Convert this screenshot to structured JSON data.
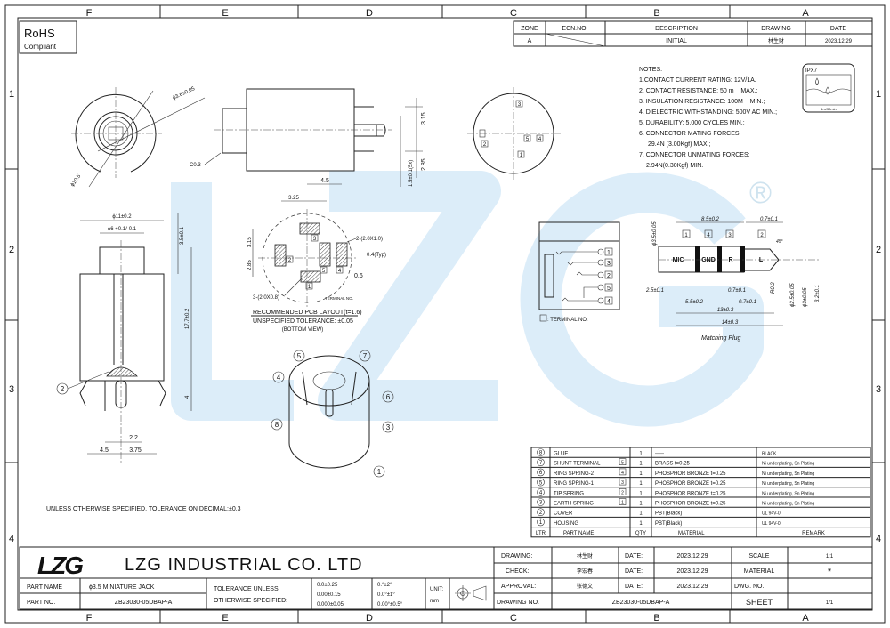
{
  "zones": {
    "top": [
      "F",
      "E",
      "D",
      "C",
      "B",
      "A"
    ],
    "side": [
      "1",
      "2",
      "3",
      "4"
    ]
  },
  "rohs": {
    "title": "RoHS",
    "subtitle": "Compliant"
  },
  "revision": {
    "headers": [
      "ZONE",
      "ECN.NO.",
      "DESCRIPTION",
      "DRAWING",
      "DATE"
    ],
    "row": {
      "zone": "A",
      "ecn": "",
      "description": "INITIAL",
      "drawing": "林生财",
      "date": "2023.12.29"
    }
  },
  "notes": {
    "title": "NOTES:",
    "items": [
      "1.CONTACT CURRENT RATING: 12V/1A.",
      "2. CONTACT RESISTANCE: 50 m    MAX.;",
      "3. INSULATION RESISTANCE: 100M    MIN.;",
      "4. DIELECTRIC WITHSTANDING: 500V AC MIN.;",
      "5. DURABILITY: 5,000 CYCLES MIN.;",
      "6. CONNECTOR MATING FORCES:",
      "    29.4N (3.00Kgf) MAX.;",
      "7. CONNECTOR UNMATING FORCES:",
      "   2.94N(0.30Kgf) MIN."
    ]
  },
  "ipx": {
    "label": "IPX7",
    "caption": "1m/30min"
  },
  "watermark": {
    "text": "LZG",
    "reg": "®",
    "color": "#dcedf9"
  },
  "front_view": {
    "dim_bore": "ϕ3.6±0.05",
    "dim_outer": "ϕ10.5"
  },
  "side_view": {
    "chamfer": "C0.3",
    "dim_a": "3.15",
    "dim_b": "2.85",
    "dim_pin": "1.5±0.1(5x)",
    "dim_c": "4.5"
  },
  "section_view": {
    "dim_od": "ϕ11±0.2",
    "dim_cap": "ϕ6 +0.1/-0.1",
    "dim_cap_h": "3.5±0.1",
    "dim_len": "17.7±0.2",
    "dim_pin": "4",
    "dim_a": "2.2",
    "dim_b": "4.5",
    "dim_c": "3.75",
    "callout": "2"
  },
  "pcb_layout": {
    "dim_top": "4.5",
    "dim_w": "3.25",
    "dim_h1": "3.15",
    "dim_h2": "2.85",
    "pad_big": "2-(2.0X1.0)",
    "pad_small": "3-(2.0X0.8)",
    "typ": "0.4(Typ)",
    "gap": "0.6",
    "terminal_label": "TERMINAL NO.",
    "terminals": [
      "1",
      "2",
      "3",
      "4",
      "5"
    ],
    "title": "RECOMMENDED PCB LAYOUT(t=1.6)",
    "tolerance": "UNSPECIFIED TOLERANCE: ±0.05",
    "view": "(BOTTOM VIEW)"
  },
  "iso_view": {
    "callouts": [
      "5",
      "7",
      "4",
      "6",
      "8",
      "3",
      "1"
    ]
  },
  "schematic": {
    "terminals": [
      "1",
      "3",
      "2",
      "5",
      "4"
    ],
    "legend": ": TERMINAL NO."
  },
  "plug": {
    "segments": [
      "MIC",
      "GND",
      "R",
      "L"
    ],
    "terminals": [
      "1",
      "4",
      "3",
      "2"
    ],
    "dims": {
      "d35": "ϕ3.5±0.05",
      "len85": "8.5±0.2",
      "len07a": "0.7±0.1",
      "len25": "2.5±0.1",
      "len07b": "0.7±0.1",
      "len55": "5.5±0.2",
      "len07c": "0.7±0.1",
      "len13": "13±0.3",
      "len14": "14±0.3",
      "r02": "R0.2",
      "d25": "ϕ2.5±0.05",
      "d3": "ϕ3±0.05",
      "d32": "3.2±0.1",
      "angle": "45°"
    },
    "caption": "Matching Plug"
  },
  "general_tolerance": "UNLESS OTHERWISE SPECIFIED, TOLERANCE ON DECIMAL:±0.3",
  "bom": {
    "headers": [
      "LTR",
      "PART NAME",
      "QTY",
      "MATERIAL",
      "REMARK"
    ],
    "rows": [
      {
        "ltr": "8",
        "name": "GLUE",
        "term": "",
        "qty": "1",
        "material": "-----",
        "remark": "BLACK"
      },
      {
        "ltr": "7",
        "name": "SHUNT TERMINAL",
        "term": "5",
        "qty": "1",
        "material": "BRASS  t=0.25",
        "remark": "Ni underplating, Sn Plating"
      },
      {
        "ltr": "6",
        "name": "RING SPRING-2",
        "term": "4",
        "qty": "1",
        "material": "PHOSPHOR BRONZE  t=0.25",
        "remark": "Ni underplating, Sn Plating"
      },
      {
        "ltr": "5",
        "name": "RING SPRING-1",
        "term": "3",
        "qty": "1",
        "material": "PHOSPHOR BRONZE  t=0.25",
        "remark": "Ni underplating, Sn Plating"
      },
      {
        "ltr": "4",
        "name": "TIP SPRING",
        "term": "2",
        "qty": "1",
        "material": "PHOSPHOR BRONZE  t=0.25",
        "remark": "Ni underplating, Sn Plating"
      },
      {
        "ltr": "3",
        "name": "EARTH SPRING",
        "term": "1",
        "qty": "1",
        "material": "PHOSPHOR BRONZE  t=0.25",
        "remark": "Ni underplating, Sn Plating"
      },
      {
        "ltr": "2",
        "name": "COVER",
        "term": "",
        "qty": "1",
        "material": "PBT(Black)",
        "remark": "UL 94V-0"
      },
      {
        "ltr": "1",
        "name": "HOUSING",
        "term": "",
        "qty": "1",
        "material": "PBT(Black)",
        "remark": "UL 94V-0"
      }
    ]
  },
  "title_block": {
    "logo": "LZG",
    "company": "LZG INDUSTRIAL CO. LTD",
    "part_name_label": "PART NAME",
    "part_name": "ϕ3.5 MINIATURE  JACK",
    "part_no_label": "PART NO.",
    "part_no": "ZB23030-05DBAP-A",
    "tolerance_label_1": "TOLERANCE UNLESS",
    "tolerance_label_2": "OTHERWISE SPECIFIED:",
    "tol_linear": [
      "0.0±0.25",
      "0.00±0.15",
      "0.000±0.05"
    ],
    "tol_angle": [
      "0.°±2°",
      "0.0°±1°",
      "0.00°±0.5°"
    ],
    "unit_label": "UNIT:",
    "unit": "mm",
    "drawing_label": "DRAWING:",
    "drawing_sig": "林生财",
    "check_label": "CHECK:",
    "check_sig": "李宏春",
    "approval_label": "APPROVAL:",
    "approval_sig": "张德文",
    "date_label": "DATE:",
    "date_1": "2023.12.29",
    "date_2": "2023.12.29",
    "date_3": "2023.12.29",
    "scale_label": "SCALE",
    "scale": "1:1",
    "material_label": "MATERIAL",
    "material": "*",
    "dwg_no_label": "DWG. NO.",
    "dwg_no": "",
    "drawing_no_label": "DRAWING NO.",
    "drawing_no": "ZB23030-05DBAP-A",
    "sheet_label": "SHEET",
    "sheet": "1/1"
  }
}
